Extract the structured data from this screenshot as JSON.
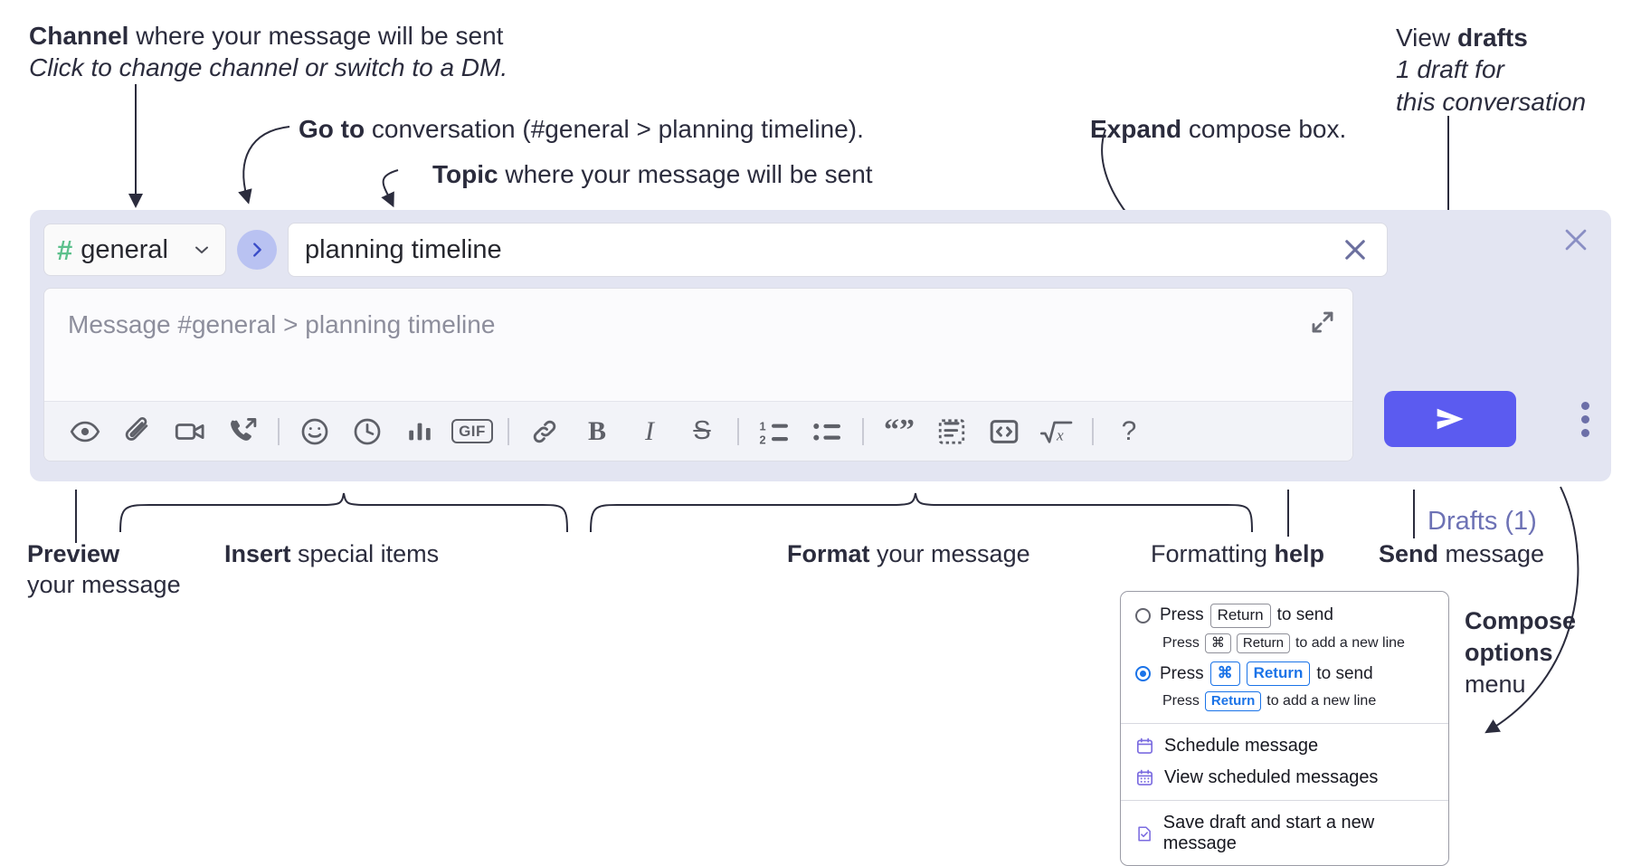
{
  "annotations": {
    "channel": {
      "bold": "Channel",
      "rest": " where your message will be sent",
      "italic": "Click to change channel or switch to a DM."
    },
    "goto": {
      "bold": "Go to",
      "rest": " conversation (#general > planning timeline)."
    },
    "topic": {
      "bold": "Topic",
      "rest": " where your message will be sent"
    },
    "expand": {
      "bold": "Expand",
      "rest": " compose box."
    },
    "drafts": {
      "line1_plain": "View ",
      "line1_bold": "drafts",
      "line2": "1 draft for",
      "line3": "this conversation"
    },
    "preview": {
      "bold": "Preview",
      "line2": "your message"
    },
    "insert": {
      "bold": "Insert",
      "rest": " special items"
    },
    "format": {
      "bold": "Format",
      "rest": " your message"
    },
    "help": {
      "plain": "Formatting ",
      "bold": "help"
    },
    "send": {
      "bold": "Send",
      "rest": " message"
    },
    "compose_options": {
      "bold1": "Compose",
      "bold2": "options",
      "plain": "menu"
    }
  },
  "compose": {
    "channel": {
      "hash": "#",
      "name": "general",
      "chevron_icon": "chevron-down-icon"
    },
    "goto_icon": "chevron-right-icon",
    "topic": {
      "value": "planning timeline",
      "clear_icon": "close-icon"
    },
    "message": {
      "placeholder": "Message #general > planning timeline",
      "expand_icon": "expand-icon"
    },
    "panel_close_icon": "close-icon",
    "send": {
      "icon": "send-icon",
      "color": "#5b5bf0"
    },
    "kebab_icon": "more-vertical-icon",
    "drafts_label": "Drafts (1)",
    "drafts_color": "#6d72b5",
    "toolbar": [
      {
        "name": "preview-icon",
        "label": ""
      },
      {
        "name": "attachment-icon",
        "label": ""
      },
      {
        "name": "video-icon",
        "label": ""
      },
      {
        "name": "phone-forward-icon",
        "label": ""
      },
      {
        "name": "separator",
        "label": ""
      },
      {
        "name": "emoji-icon",
        "label": ""
      },
      {
        "name": "clock-icon",
        "label": ""
      },
      {
        "name": "poll-icon",
        "label": ""
      },
      {
        "name": "gif-icon",
        "label": "GIF"
      },
      {
        "name": "separator",
        "label": ""
      },
      {
        "name": "link-icon",
        "label": ""
      },
      {
        "name": "bold-icon",
        "label": "B"
      },
      {
        "name": "italic-icon",
        "label": "I"
      },
      {
        "name": "strikethrough-icon",
        "label": "S"
      },
      {
        "name": "separator",
        "label": ""
      },
      {
        "name": "ordered-list-icon",
        "label": ""
      },
      {
        "name": "bulleted-list-icon",
        "label": ""
      },
      {
        "name": "separator",
        "label": ""
      },
      {
        "name": "blockquote-icon",
        "label": "“”"
      },
      {
        "name": "code-block-icon",
        "label": ""
      },
      {
        "name": "inline-code-icon",
        "label": ""
      },
      {
        "name": "math-icon",
        "label": "x"
      },
      {
        "name": "separator",
        "label": ""
      },
      {
        "name": "help-icon",
        "label": "?"
      }
    ]
  },
  "menu": {
    "option1": {
      "pre": "Press",
      "key": "Return",
      "post": "to send",
      "selected": false
    },
    "option1_sub": {
      "pre": "Press",
      "key1": "⌘",
      "key2": "Return",
      "post": "to add a new line"
    },
    "option2": {
      "pre": "Press",
      "key1": "⌘",
      "key2": "Return",
      "post": "to send",
      "selected": true
    },
    "option2_sub": {
      "pre": "Press",
      "key": "Return",
      "post": "to add a new line"
    },
    "items": [
      {
        "icon": "calendar-icon",
        "label": "Schedule message"
      },
      {
        "icon": "calendar-grid-icon",
        "label": "View scheduled messages"
      },
      {
        "icon": "save-draft-icon",
        "label": "Save draft and start a new message"
      }
    ]
  }
}
